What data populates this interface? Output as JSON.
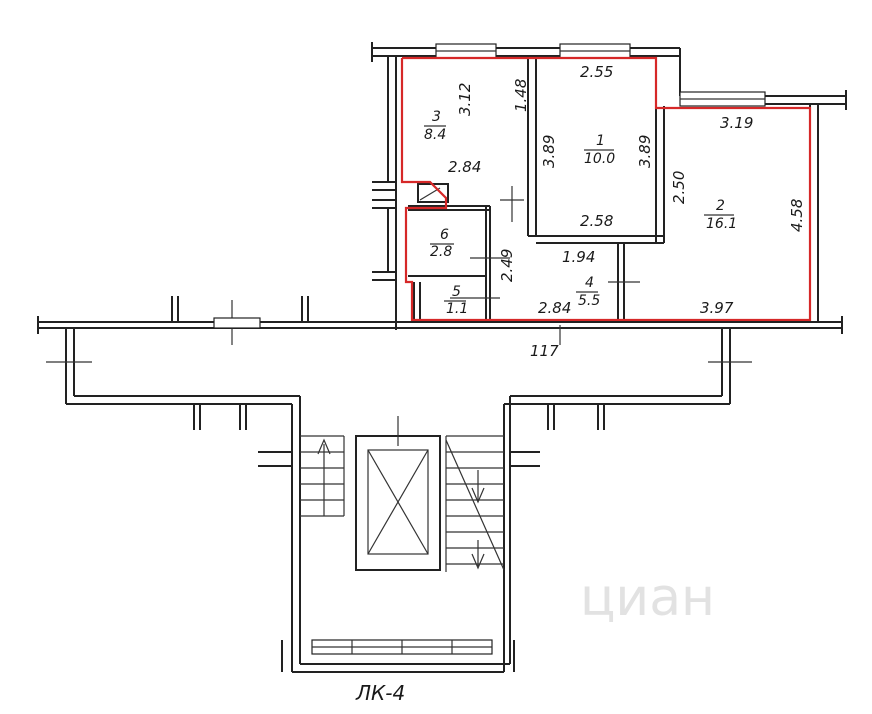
{
  "plan": {
    "title": "ЛК-4",
    "watermark": "циан",
    "corridor_label": "117",
    "rooms": [
      {
        "number": "1",
        "area": "10.0"
      },
      {
        "number": "2",
        "area": "16.1"
      },
      {
        "number": "3",
        "area": "8.4"
      },
      {
        "number": "4",
        "area": "5.5"
      },
      {
        "number": "5",
        "area": "1.1"
      },
      {
        "number": "6",
        "area": "2.8"
      }
    ],
    "dimensions": [
      "2.55",
      "1.48",
      "3.12",
      "2.84",
      "3.89",
      "3.89",
      "2.50",
      "3.19",
      "4.58",
      "2.58",
      "1.94",
      "2.49",
      "2.84",
      "3.97"
    ],
    "colors": {
      "apartment_outline": "#d62828",
      "lines": "#222222"
    }
  }
}
